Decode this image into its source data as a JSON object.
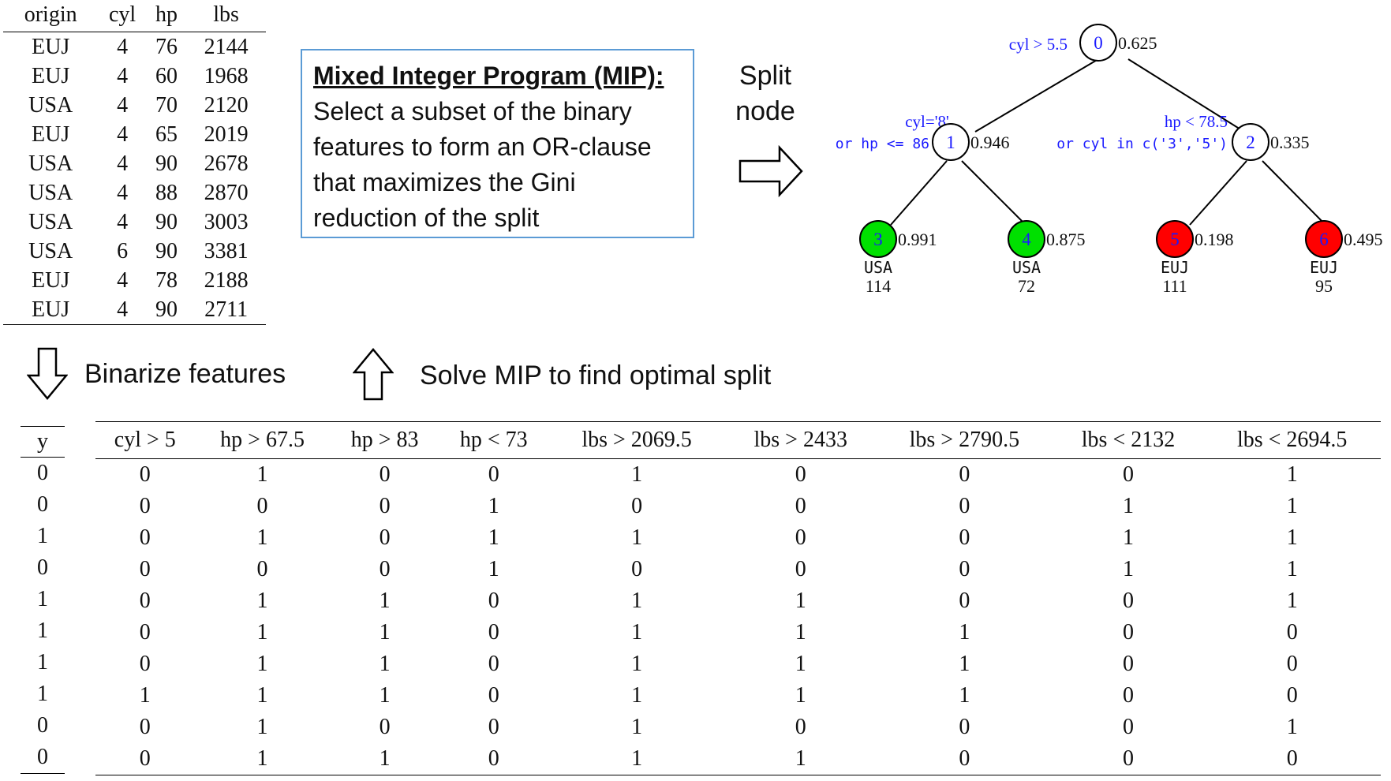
{
  "raw_table": {
    "headers": [
      "origin",
      "cyl",
      "hp",
      "lbs"
    ],
    "rows": [
      [
        "EUJ",
        "4",
        "76",
        "2144"
      ],
      [
        "EUJ",
        "4",
        "60",
        "1968"
      ],
      [
        "USA",
        "4",
        "70",
        "2120"
      ],
      [
        "EUJ",
        "4",
        "65",
        "2019"
      ],
      [
        "USA",
        "4",
        "90",
        "2678"
      ],
      [
        "USA",
        "4",
        "88",
        "2870"
      ],
      [
        "USA",
        "4",
        "90",
        "3003"
      ],
      [
        "USA",
        "6",
        "90",
        "3381"
      ],
      [
        "EUJ",
        "4",
        "78",
        "2188"
      ],
      [
        "EUJ",
        "4",
        "90",
        "2711"
      ]
    ]
  },
  "mip_box": {
    "title": "Mixed Integer Program (MIP):",
    "line1": "Select a subset of the binary",
    "line2": "features to form an OR-clause",
    "line3": "that maximizes the Gini",
    "line4": "reduction of the split"
  },
  "split_label": {
    "line1": "Split",
    "line2": "node"
  },
  "tree": {
    "rule0": "cyl > 5.5",
    "rule1_a": "cyl='8'",
    "rule1_b": "or hp <= 86",
    "rule2_a": "hp < 78.5",
    "rule2_b": "or cyl in c('3','5')",
    "nodes": [
      {
        "id": "0",
        "score": "0.625",
        "fill": "#ffffff"
      },
      {
        "id": "1",
        "score": "0.946",
        "fill": "#ffffff"
      },
      {
        "id": "2",
        "score": "0.335",
        "fill": "#ffffff"
      },
      {
        "id": "3",
        "score": "0.991",
        "fill": "#00e000",
        "label": "USA",
        "count": "114"
      },
      {
        "id": "4",
        "score": "0.875",
        "fill": "#00e000",
        "label": "USA",
        "count": "72"
      },
      {
        "id": "5",
        "score": "0.198",
        "fill": "#ff0000",
        "label": "EUJ",
        "count": "111"
      },
      {
        "id": "6",
        "score": "0.495",
        "fill": "#ff0000",
        "label": "EUJ",
        "count": "95"
      }
    ],
    "colors": {
      "rule_text": "#1a1aff",
      "edge": "#000000"
    }
  },
  "binarize_label": "Binarize features",
  "solve_label": "Solve MIP to find optimal split",
  "y_table": {
    "header": "y",
    "values": [
      "0",
      "0",
      "1",
      "0",
      "1",
      "1",
      "1",
      "1",
      "0",
      "0"
    ]
  },
  "bin_table": {
    "headers": [
      "cyl > 5",
      "hp > 67.5",
      "hp > 83",
      "hp < 73",
      "lbs > 2069.5",
      "lbs > 2433",
      "lbs > 2790.5",
      "lbs < 2132",
      "lbs < 2694.5"
    ],
    "rows": [
      [
        "0",
        "1",
        "0",
        "0",
        "1",
        "0",
        "0",
        "0",
        "1"
      ],
      [
        "0",
        "0",
        "0",
        "1",
        "0",
        "0",
        "0",
        "1",
        "1"
      ],
      [
        "0",
        "1",
        "0",
        "1",
        "1",
        "0",
        "0",
        "1",
        "1"
      ],
      [
        "0",
        "0",
        "0",
        "1",
        "0",
        "0",
        "0",
        "1",
        "1"
      ],
      [
        "0",
        "1",
        "1",
        "0",
        "1",
        "1",
        "0",
        "0",
        "1"
      ],
      [
        "0",
        "1",
        "1",
        "0",
        "1",
        "1",
        "1",
        "0",
        "0"
      ],
      [
        "0",
        "1",
        "1",
        "0",
        "1",
        "1",
        "1",
        "0",
        "0"
      ],
      [
        "1",
        "1",
        "1",
        "0",
        "1",
        "1",
        "1",
        "0",
        "0"
      ],
      [
        "0",
        "1",
        "0",
        "0",
        "1",
        "0",
        "0",
        "0",
        "1"
      ],
      [
        "0",
        "1",
        "1",
        "0",
        "1",
        "1",
        "0",
        "0",
        "0"
      ]
    ]
  }
}
